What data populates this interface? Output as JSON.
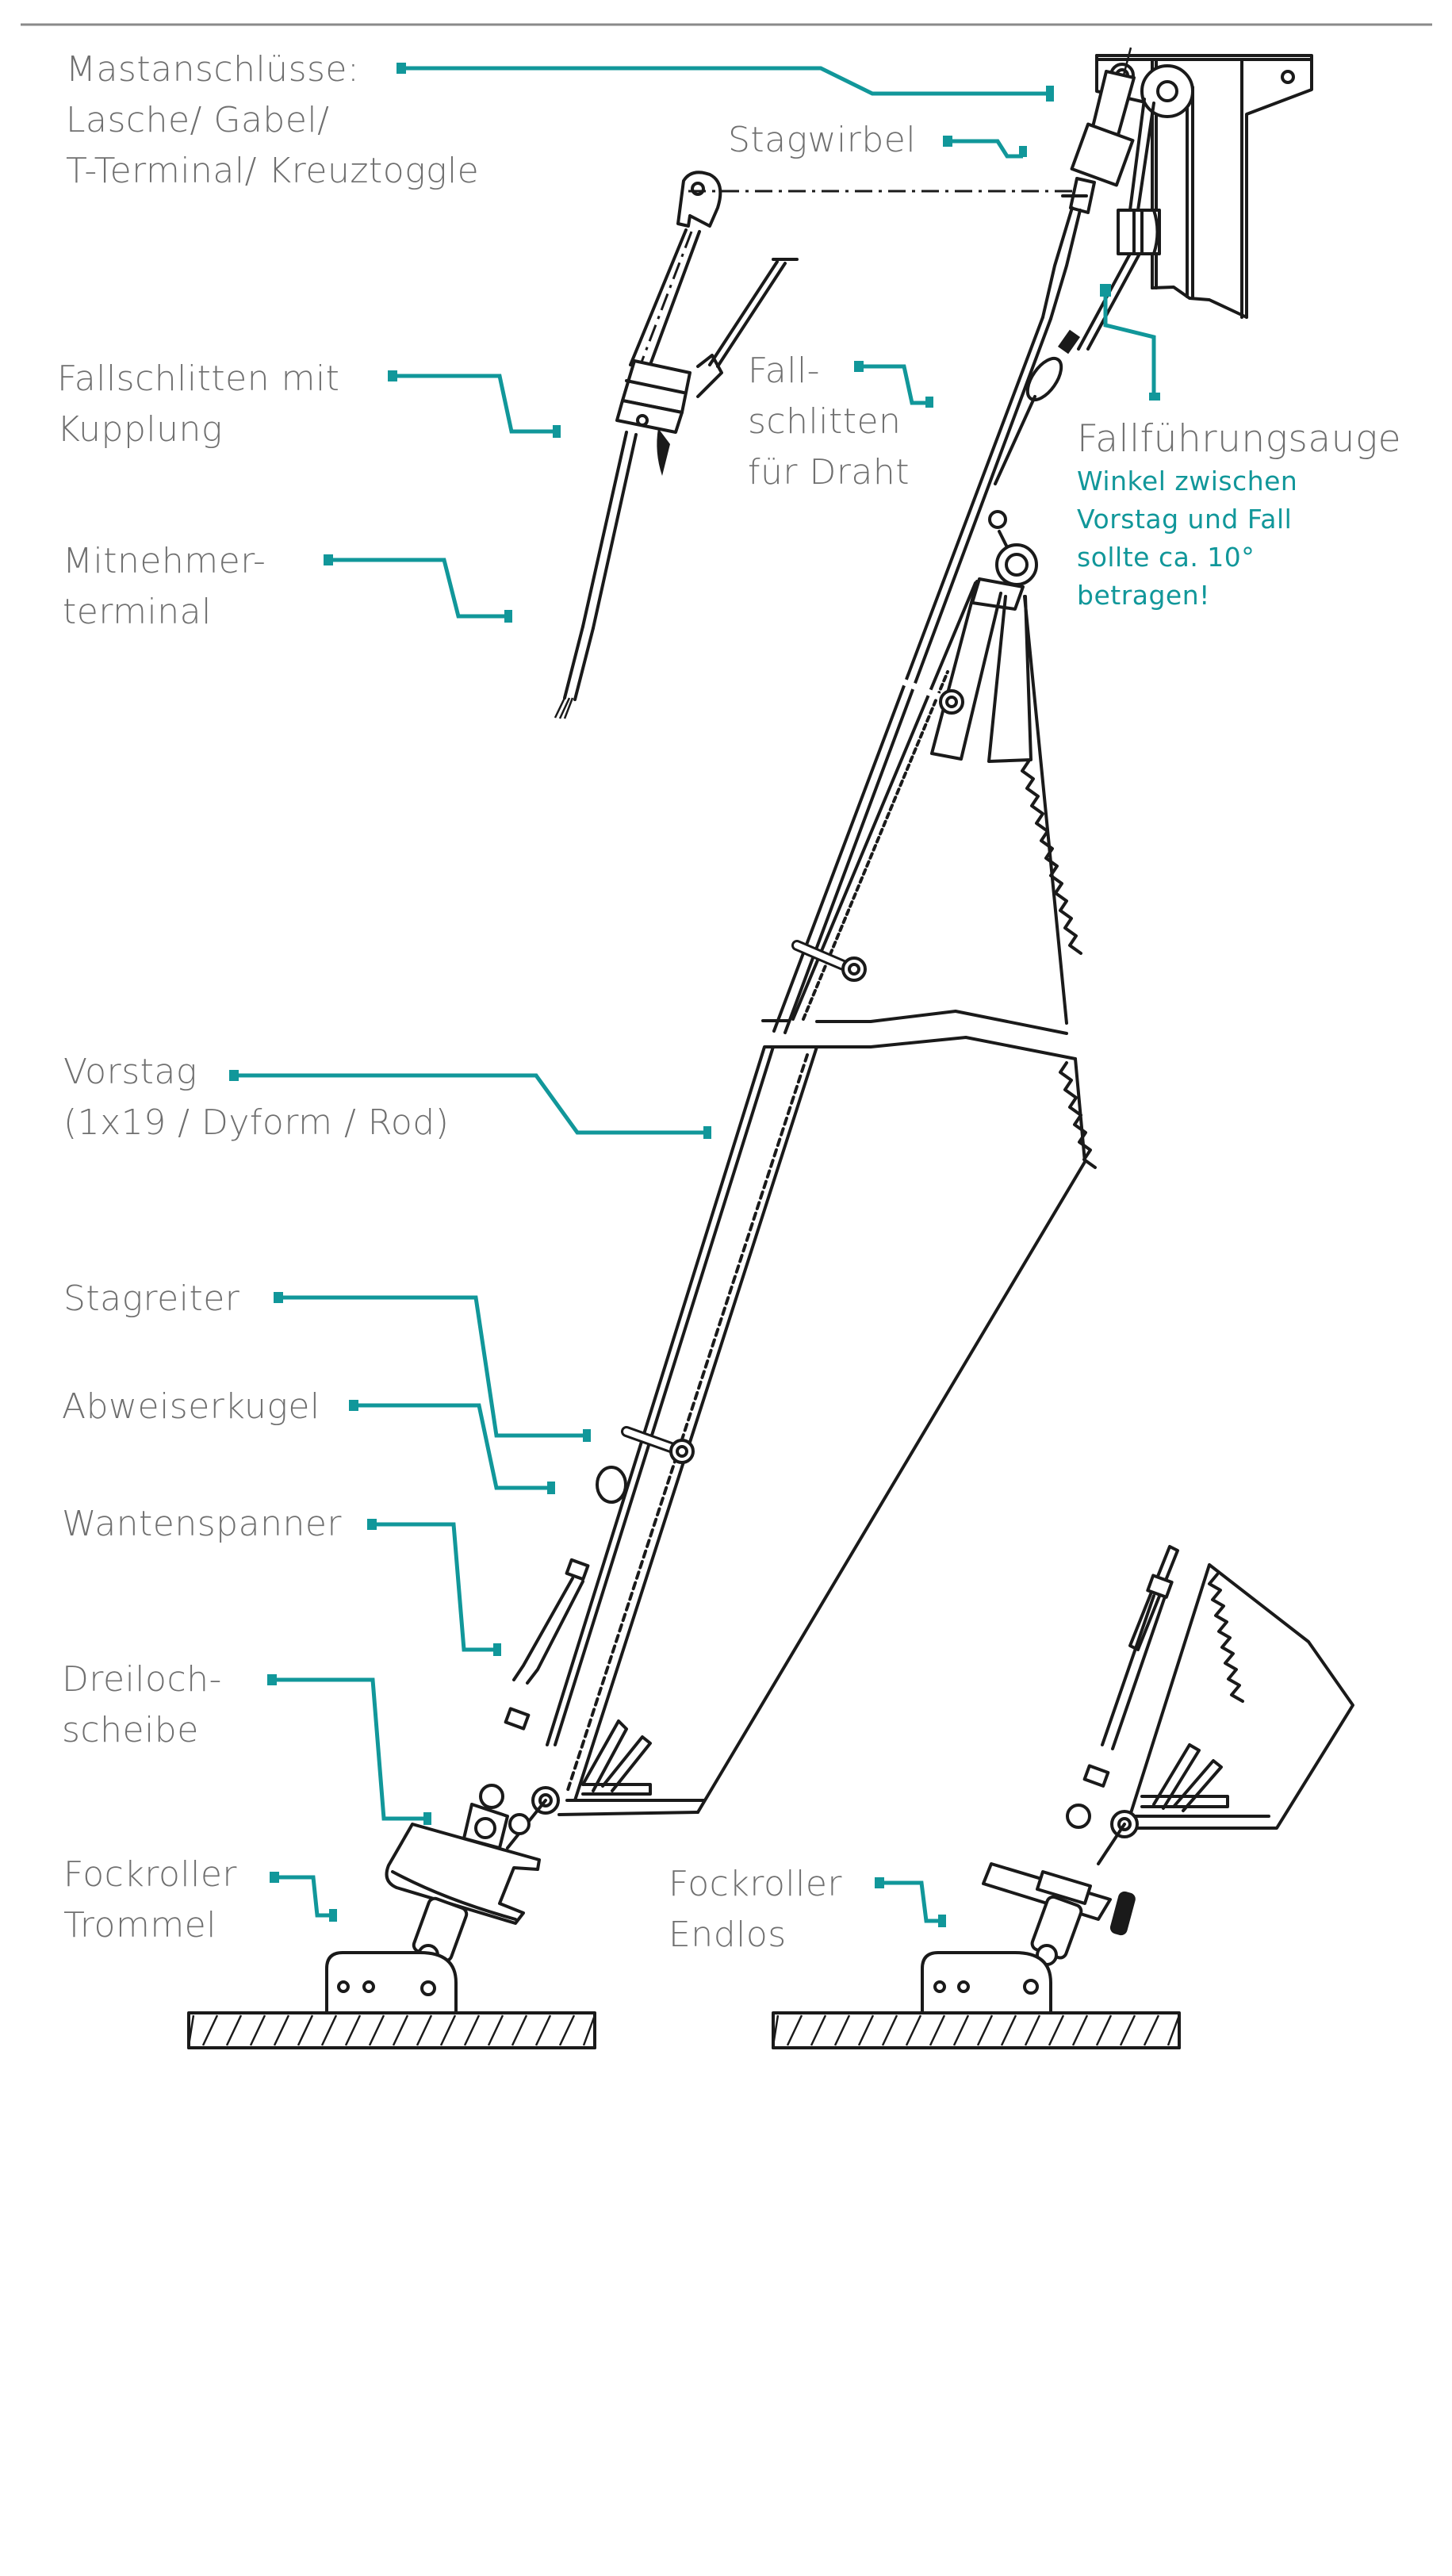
{
  "colors": {
    "accent": "#11979a",
    "label_text": "#6f6f6f",
    "line_art": "#1a1a1a",
    "divider": "#8a8a8a",
    "background": "#ffffff"
  },
  "labels": {
    "mastanschluesse": [
      "Mastanschlüsse:",
      "Lasche/ Gabel/",
      "T-Terminal/ Kreuztoggle"
    ],
    "stagwirbel": [
      "Stagwirbel"
    ],
    "fallschlitten_kupplung": [
      "Fallschlitten mit",
      "Kupplung"
    ],
    "fallschlitten_draht": [
      "Fall-",
      "schlitten",
      "für Draht"
    ],
    "fallfuehrungsauge": [
      "Fallführungsauge"
    ],
    "mitnehmerterminal": [
      "Mitnehmer-",
      "terminal"
    ],
    "vorstag": [
      "Vorstag",
      "(1x19 / Dyform / Rod)"
    ],
    "stagreiter": [
      "Stagreiter"
    ],
    "abweiserkugel": [
      "Abweiserkugel"
    ],
    "wantenspanner": [
      "Wantenspanner"
    ],
    "dreilochscheibe": [
      "Dreiloch-",
      "scheibe"
    ],
    "fockroller_trommel": [
      "Fockroller",
      "Trommel"
    ],
    "fockroller_endlos": [
      "Fockroller",
      "Endlos"
    ]
  },
  "notes": {
    "winkel_hinweis": [
      "Winkel zwischen",
      "Vorstag und Fall",
      "sollte ca. 10°",
      "betragen!"
    ]
  }
}
